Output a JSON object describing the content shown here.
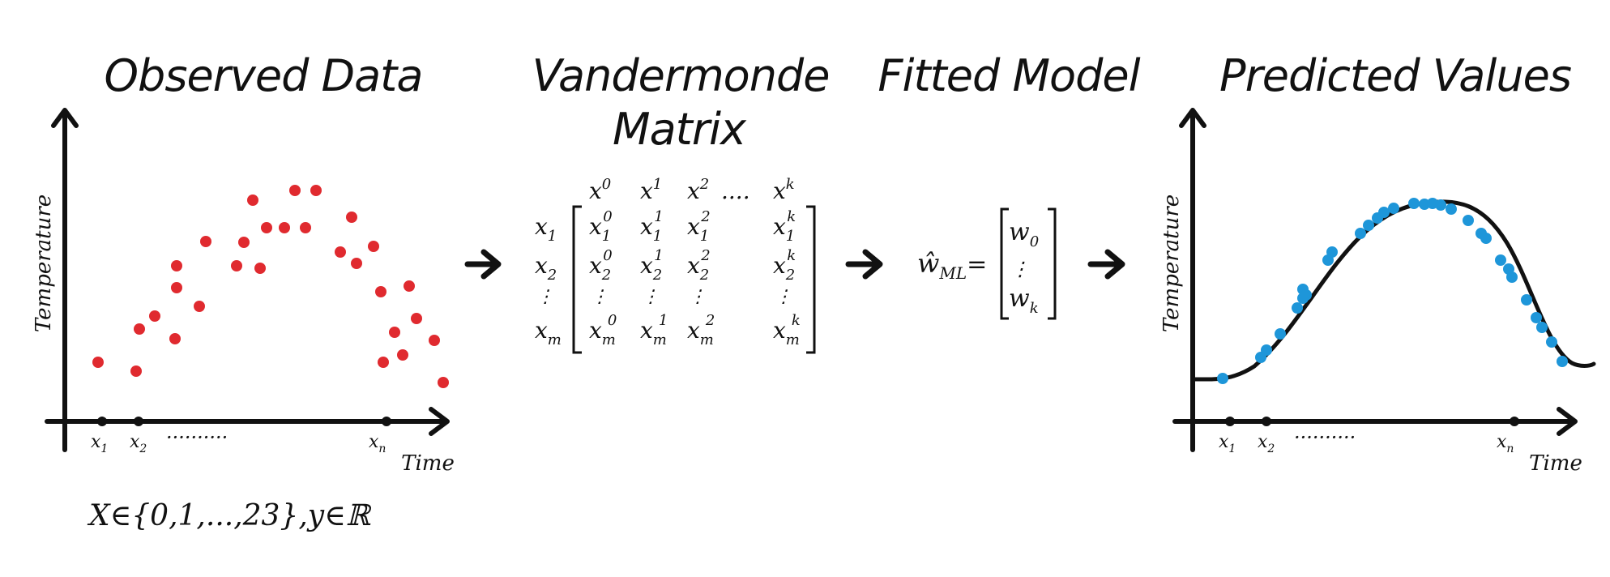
{
  "colors": {
    "observed_dot": "#e02a2f",
    "predicted_dot": "#1e96d9",
    "ink": "#111111"
  },
  "titles": {
    "observed": "Observed Data",
    "vandermonde_line1": "Vandermonde",
    "vandermonde_line2": "Matrix",
    "fitted": "Fitted Model",
    "predicted": "Predicted Values"
  },
  "observed_plot": {
    "ylabel": "Temperature",
    "xlabel": "Time",
    "ticks": [
      "x",
      "x",
      "x"
    ],
    "tick_subs": [
      "1",
      "2",
      "n"
    ],
    "ellipsis": "··········",
    "domain_text": "X∈{0,1,...,23},y∈ℝ"
  },
  "vandermonde": {
    "columns": [
      {
        "base": "x",
        "sup": "0"
      },
      {
        "base": "x",
        "sup": "1"
      },
      {
        "base": "x",
        "sup": "2"
      },
      {
        "base": "x",
        "sup": "k"
      }
    ],
    "col_ellipsis": "....",
    "rows": [
      {
        "label": "x",
        "sub": "1",
        "cells": [
          {
            "b": "x",
            "sub": "1",
            "sup": "0"
          },
          {
            "b": "x",
            "sub": "1",
            "sup": "1"
          },
          {
            "b": "x",
            "sub": "1",
            "sup": "2"
          },
          {
            "b": "x",
            "sub": "1",
            "sup": "k"
          }
        ]
      },
      {
        "label": "x",
        "sub": "2",
        "cells": [
          {
            "b": "x",
            "sub": "2",
            "sup": "0"
          },
          {
            "b": "x",
            "sub": "2",
            "sup": "1"
          },
          {
            "b": "x",
            "sub": "2",
            "sup": "2"
          },
          {
            "b": "x",
            "sub": "2",
            "sup": "k"
          }
        ]
      },
      {
        "label": "x",
        "sub": "m",
        "cells": [
          {
            "b": "x",
            "sub": "m",
            "sup": "0"
          },
          {
            "b": "x",
            "sub": "m",
            "sup": "1"
          },
          {
            "b": "x",
            "sub": "m",
            "sup": "2"
          },
          {
            "b": "x",
            "sub": "m",
            "sup": "k"
          }
        ]
      }
    ],
    "vdots": "⋮"
  },
  "fitted_model": {
    "w_hat": "ŵ",
    "w_sub": "ML",
    "equals": "=",
    "vector_top": "w",
    "vector_top_sub": "0",
    "vector_dots": "⋮",
    "vector_bottom": "w",
    "vector_bottom_sub": "k"
  },
  "predicted_plot": {
    "ylabel": "Temperature",
    "xlabel": "Time",
    "ticks": [
      "x",
      "x",
      "x"
    ],
    "tick_subs": [
      "1",
      "2",
      "n"
    ],
    "ellipsis": "··········"
  }
}
